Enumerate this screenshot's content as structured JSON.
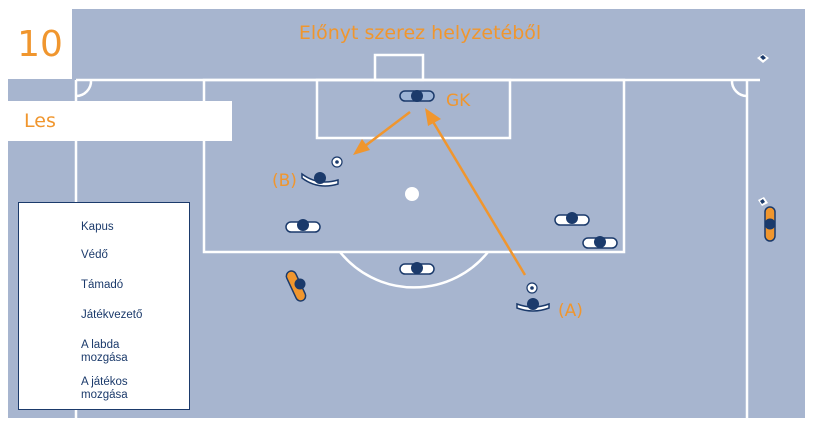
{
  "scenario_number": "10",
  "title": "Előnyt szerez helyzetéből",
  "decision": "Les",
  "labels": {
    "gk": "GK",
    "a": "(A)",
    "b": "(B)"
  },
  "legend": {
    "goalkeeper": "Kapus",
    "defender": "Védő",
    "attacker": "Támadó",
    "playmaker": "Játékvezető",
    "ball_movement": "A labda mozgása",
    "player_movement": "A játékos mozgása"
  },
  "colors": {
    "pitch": "#a7b5cf",
    "lines": "#ffffff",
    "accent": "#f0962e",
    "navy": "#1b3a6b"
  }
}
